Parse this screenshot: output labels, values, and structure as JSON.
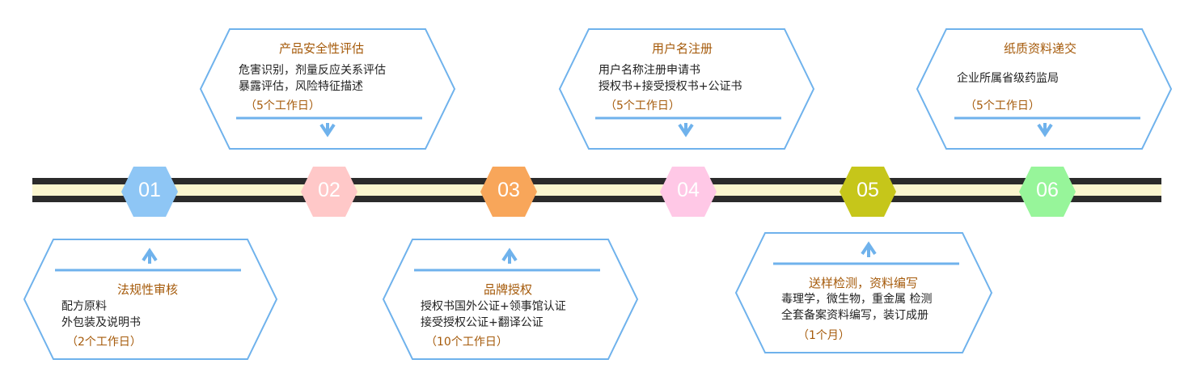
{
  "colors": {
    "box_border": "#6fb2ec",
    "timeline_dark": "#2b2b2b",
    "timeline_light": "#fbf6cf",
    "text_title": "#a55a0a",
    "hex_01": "#8ec6f5",
    "hex_02": "#ffc8c8",
    "hex_03": "#f8a65a",
    "hex_04": "#ffc8e6",
    "hex_05": "#c6c61a",
    "hex_06": "#97f59a"
  },
  "steps": [
    {
      "number": "01",
      "title": "法规性审核",
      "lines": [
        "配方原料",
        "外包装及说明书"
      ],
      "duration": "（2个工作日）"
    },
    {
      "number": "02",
      "title": "产品安全性评估",
      "lines": [
        "危害识别，剂量反应关系评估",
        "暴露评估，风险特征描述"
      ],
      "duration": "（5个工作日）"
    },
    {
      "number": "03",
      "title": "品牌授权",
      "lines": [
        "授权书国外公证+领事馆认证",
        "接受授权公证+翻译公证"
      ],
      "duration": "（10个工作日）"
    },
    {
      "number": "04",
      "title": "用户名注册",
      "lines": [
        "用户名称注册申请书",
        "授权书+接受授权书+公证书"
      ],
      "duration": "（5个工作日）"
    },
    {
      "number": "05",
      "title": "送样检测，资料编写",
      "lines": [
        "毒理学，微生物，重金属 检测",
        "全套备案资料编写，装订成册"
      ],
      "duration": "（1个月）"
    },
    {
      "number": "06",
      "title": "纸质资料递交",
      "lines": [
        "企业所属省级药监局"
      ],
      "duration": "（5个工作日）"
    }
  ]
}
